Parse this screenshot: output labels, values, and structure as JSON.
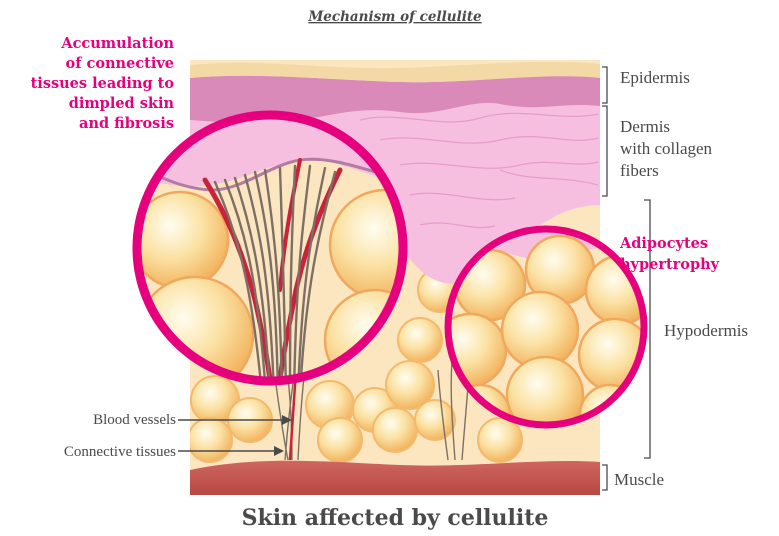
{
  "title": "Mechanism of cellulite",
  "caption": "Skin affected by cellulite",
  "labels": {
    "epidermis": "Epidermis",
    "dermis": [
      "Dermis",
      "with collagen",
      "fibers"
    ],
    "hypodermis": "Hypodermis",
    "muscle": "Muscle",
    "adipocytes": [
      "Adipocytes",
      "hypertrophy"
    ],
    "accumulation": [
      "Accumulation",
      "of connective",
      "tissues leading to",
      "dimpled skin",
      "and fibrosis"
    ],
    "blood_vessels": "Blood vessels",
    "connective_tissues": "Connective tissues"
  },
  "colors": {
    "accent": "#e6007e",
    "epidermis": "#f3d9a6",
    "dermis": "#f6bfe0",
    "muscle": "#c4524e",
    "fat": "#f7c56a"
  }
}
